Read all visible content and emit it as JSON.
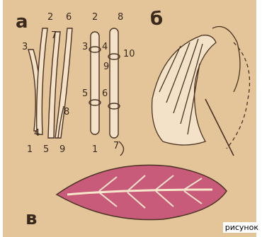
{
  "panels": {
    "a": "а",
    "b": "б",
    "v": "в"
  },
  "panel_a_left": {
    "n2": "2",
    "n6": "6",
    "n3": "3",
    "n7": "7",
    "n8": "8",
    "n4": "4",
    "n1": "1",
    "n5": "5",
    "n9": "9"
  },
  "panel_a_right": {
    "n2": "2",
    "n8": "8",
    "n3": "3",
    "n4": "4",
    "n10": "10",
    "n9": "9",
    "n5": "5",
    "n6": "6",
    "n1": "1",
    "n7": "7"
  },
  "caption": "рисунок",
  "colors": {
    "paper": "#e4c59a",
    "thread": "#4a3322",
    "thread_light": "#f6e6cc",
    "leaf_fill": "#c85a7a"
  }
}
